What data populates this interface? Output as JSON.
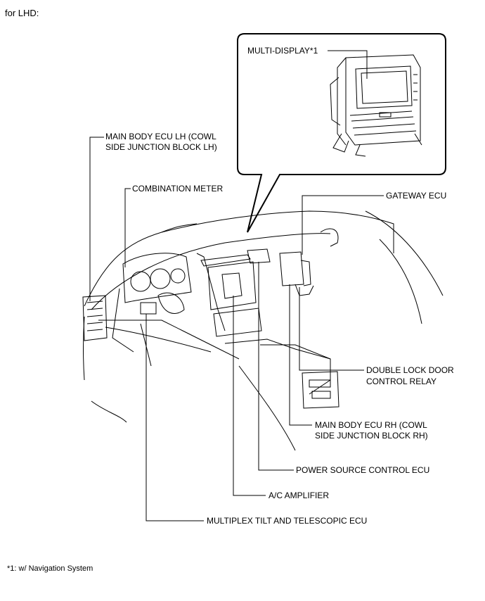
{
  "header": {
    "text": "for LHD:"
  },
  "labels": {
    "multi_display": "MULTI-DISPLAY*1",
    "main_body_ecu_lh_line1": "MAIN BODY ECU LH (COWL",
    "main_body_ecu_lh_line2": "SIDE JUNCTION BLOCK LH)",
    "combination_meter": "COMBINATION METER",
    "gateway_ecu": "GATEWAY ECU",
    "double_lock_line1": "DOUBLE LOCK DOOR",
    "double_lock_line2": "CONTROL RELAY",
    "main_body_ecu_rh_line1": "MAIN BODY ECU RH (COWL",
    "main_body_ecu_rh_line2": "SIDE JUNCTION BLOCK RH)",
    "power_source_control_ecu": "POWER SOURCE CONTROL ECU",
    "ac_amplifier": "A/C AMPLIFIER",
    "multiplex_tilt": "MULTIPLEX TILT AND TELESCOPIC ECU"
  },
  "footnote": {
    "text": "*1: w/ Navigation System"
  }
}
